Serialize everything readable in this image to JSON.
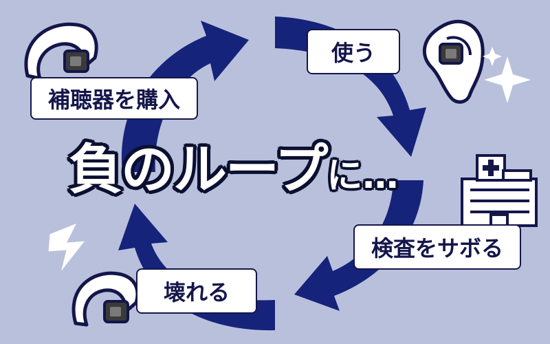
{
  "colors": {
    "background": "#b9c0dc",
    "arrow": "#15237a",
    "outline": "#14164a",
    "box": "#ffffff"
  },
  "cycle_steps": {
    "buy": "補聴器を購入",
    "use": "使う",
    "skip_checkup": "検査をサボる",
    "break": "壊れる"
  },
  "headline": {
    "main": "負のループ",
    "sub": "に…"
  },
  "icons": [
    "hearing-aid-icon",
    "ear-with-hearing-aid-icon",
    "sparkle-icon",
    "hospital-icon",
    "broken-hearing-aid-icon",
    "lightning-icon"
  ]
}
